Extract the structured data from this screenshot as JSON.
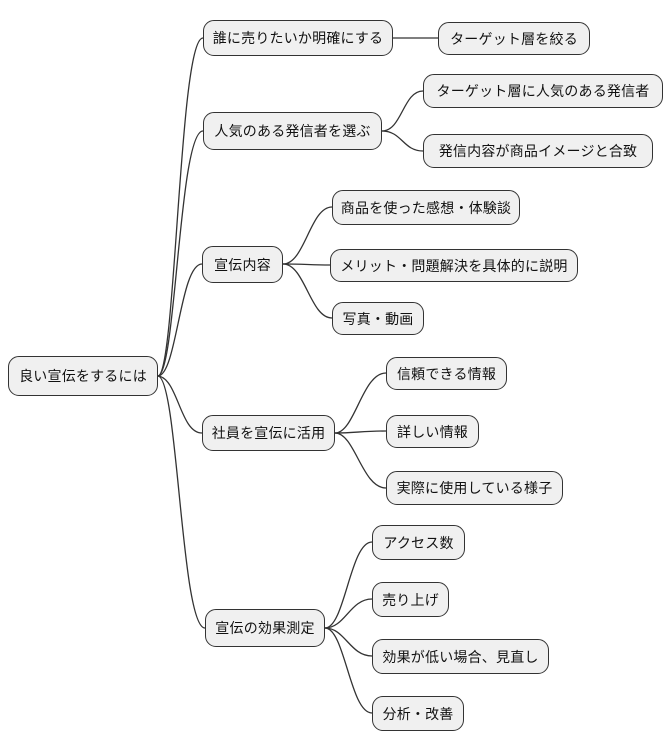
{
  "mindmap": {
    "root": {
      "label": "良い宣伝をするには"
    },
    "branches": [
      {
        "label": "誰に売りたいか明確にする",
        "children": [
          {
            "label": "ターゲット層を絞る"
          }
        ]
      },
      {
        "label": "人気のある発信者を選ぶ",
        "children": [
          {
            "label": "ターゲット層に人気のある発信者"
          },
          {
            "label": "発信内容が商品イメージと合致"
          }
        ]
      },
      {
        "label": "宣伝内容",
        "children": [
          {
            "label": "商品を使った感想・体験談"
          },
          {
            "label": "メリット・問題解決を具体的に説明"
          },
          {
            "label": "写真・動画"
          }
        ]
      },
      {
        "label": "社員を宣伝に活用",
        "children": [
          {
            "label": "信頼できる情報"
          },
          {
            "label": "詳しい情報"
          },
          {
            "label": "実際に使用している様子"
          }
        ]
      },
      {
        "label": "宣伝の効果測定",
        "children": [
          {
            "label": "アクセス数"
          },
          {
            "label": "売り上げ"
          },
          {
            "label": "効果が低い場合、見直し"
          },
          {
            "label": "分析・改善"
          }
        ]
      }
    ],
    "colors": {
      "background": "#ffffff",
      "node_fill": "#f0f0f0",
      "node_border": "#333333",
      "connector": "#333333",
      "text": "#111111"
    }
  }
}
